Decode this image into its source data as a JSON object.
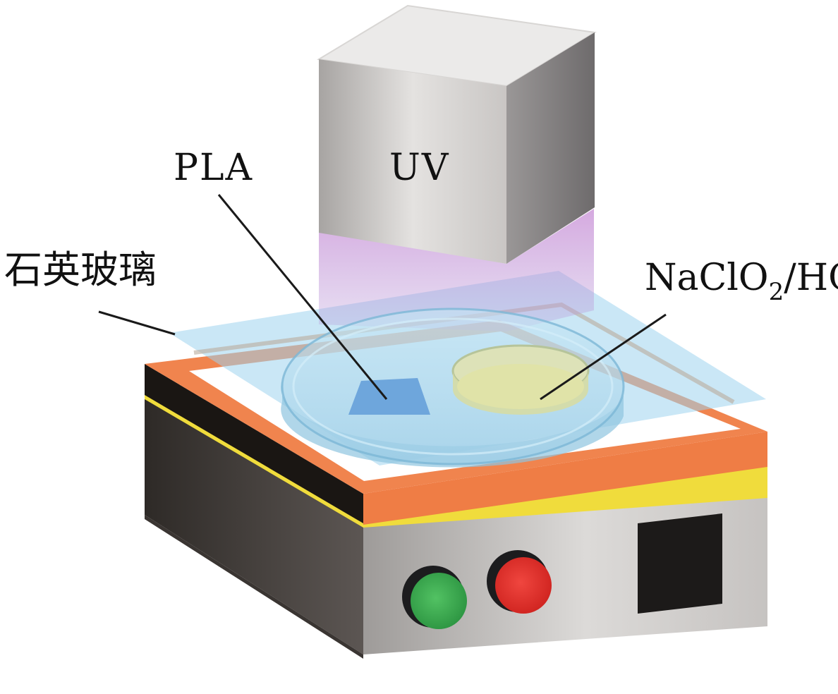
{
  "labels": {
    "uv": "UV",
    "pla": "PLA",
    "quartz_glass": "石英玻璃",
    "reagent_main": "NaClO",
    "reagent_sub": "2",
    "reagent_tail": "/HCl"
  },
  "colors": {
    "lamp_front": "#d2cfcd",
    "lamp_top": "#ebeae9",
    "lamp_side": "#8a8788",
    "uv_light": "#c88fd4",
    "quartz_glass": "#9fd3ee",
    "hotplate_orange": "#f0844e",
    "hotplate_white": "#ffffff",
    "body_front": "#c9c6c5",
    "body_side": "#4e4946",
    "body_top_dark": "#1a1613",
    "strip_yellow": "#f0dc3c",
    "button_green": "#3daa4f",
    "button_red": "#e2302b",
    "display": "#1c1a19",
    "pla_film": "#6ea6dc",
    "solution": "#e0e3a8"
  },
  "icons": [
    "green-button-icon",
    "red-button-icon",
    "display-screen-icon"
  ]
}
